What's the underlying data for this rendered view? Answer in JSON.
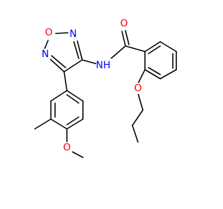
{
  "molecule": {
    "atoms": [
      {
        "id": "O_ring",
        "symbol": "O",
        "color": "#ff0000"
      },
      {
        "id": "N_ring_upper",
        "symbol": "N",
        "color": "#0000ff"
      },
      {
        "id": "N_ring_lower",
        "symbol": "N",
        "color": "#0000ff"
      },
      {
        "id": "N_amide",
        "symbol": "NH",
        "color": "#0000ff"
      },
      {
        "id": "O_carbonyl",
        "symbol": "O",
        "color": "#ff0000"
      },
      {
        "id": "O_propoxy",
        "symbol": "O",
        "color": "#ff0000"
      },
      {
        "id": "O_methoxy",
        "symbol": "O",
        "color": "#ff0000"
      }
    ],
    "bond_color": "#000000"
  }
}
